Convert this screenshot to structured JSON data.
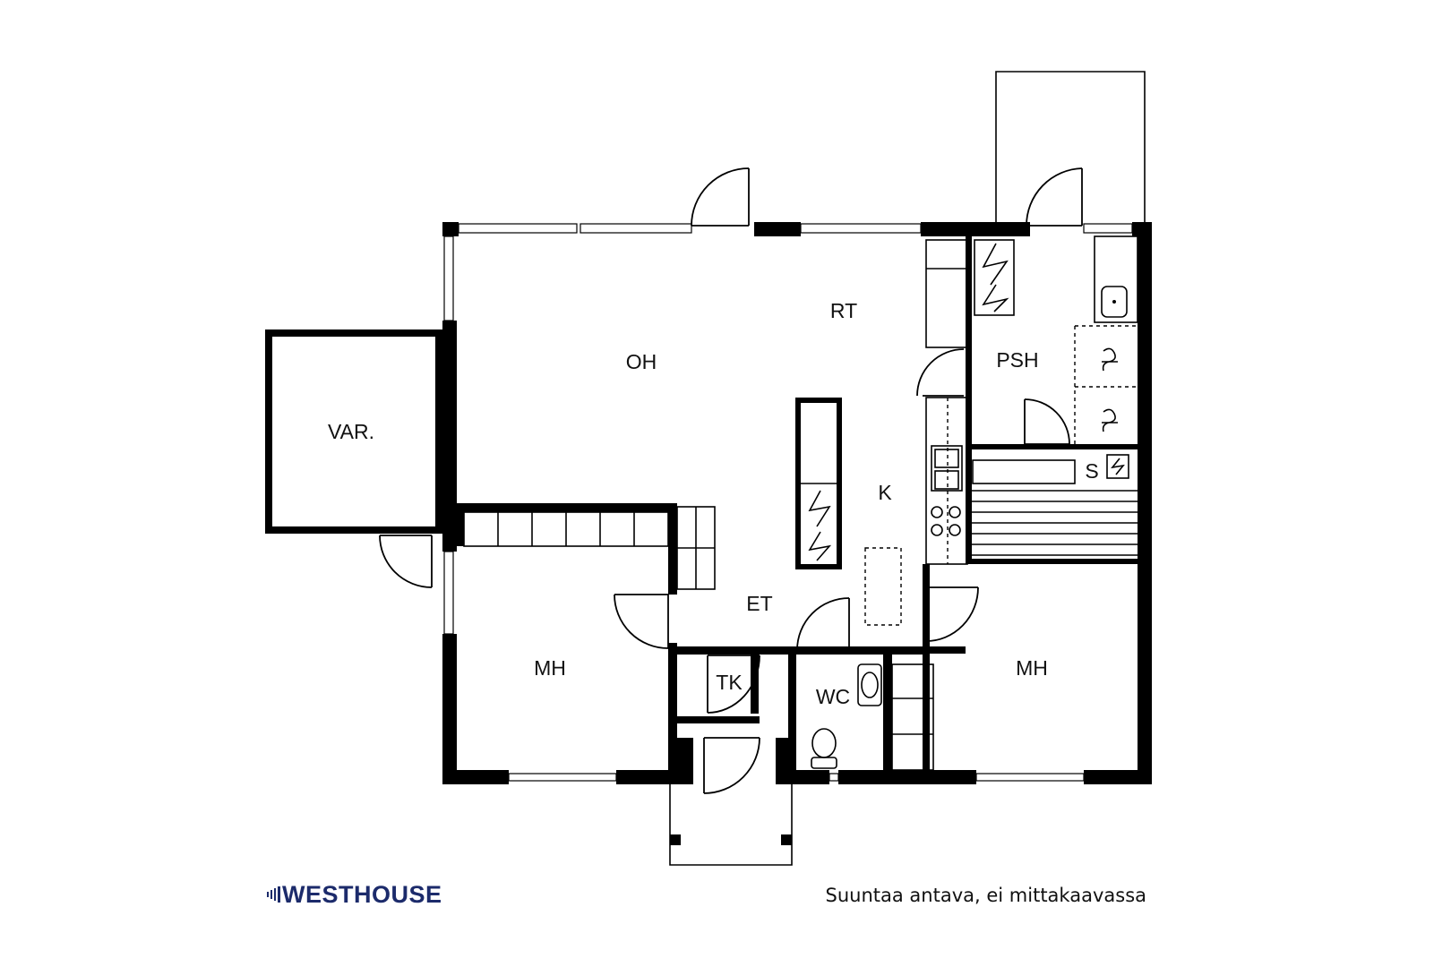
{
  "rooms": {
    "oh": "OH",
    "rt": "RT",
    "var": "VAR.",
    "psh": "PSH",
    "s": "S",
    "k": "K",
    "et": "ET",
    "mh_left": "MH",
    "mh_right": "MH",
    "tk": "TK",
    "wc": "WC"
  },
  "brand": "WESTHOUSE",
  "note": "Suuntaa antava, ei mittakaavassa"
}
